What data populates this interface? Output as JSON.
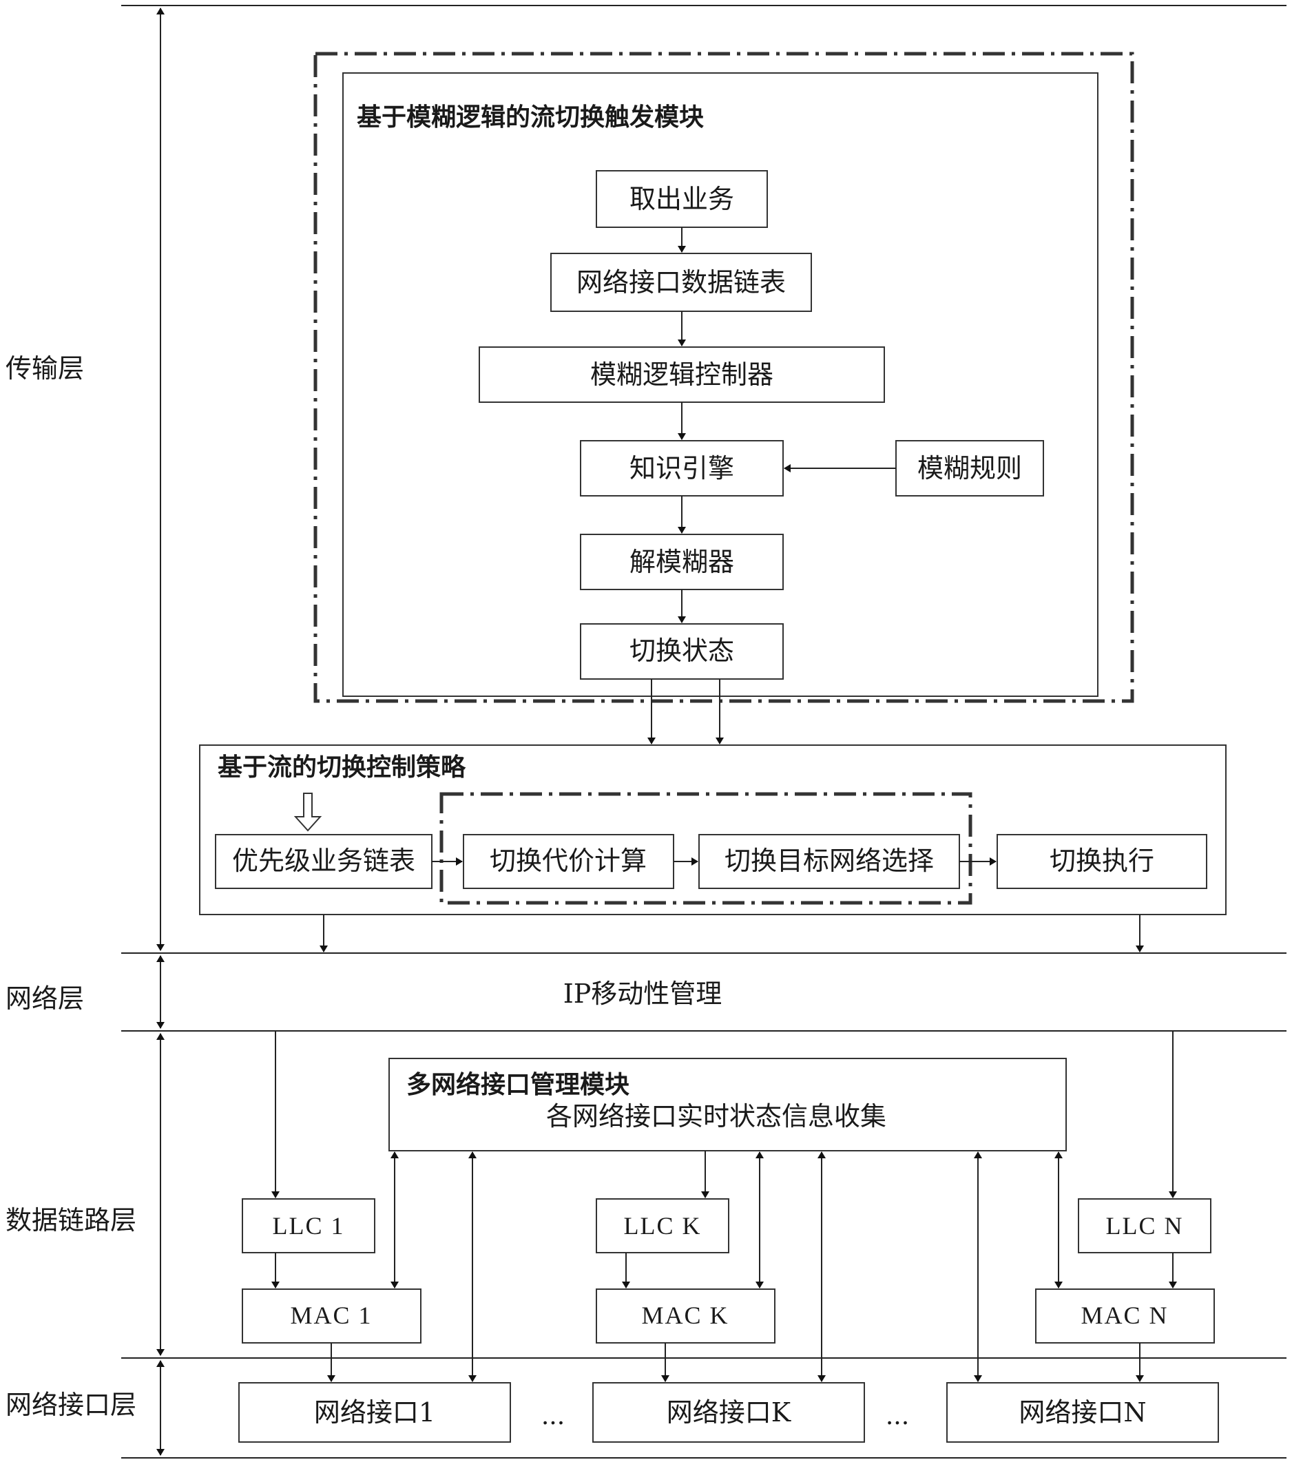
{
  "layers": {
    "transport": "传输层",
    "network": "网络层",
    "datalink": "数据链路层",
    "interface": "网络接口层"
  },
  "fuzzy_module": {
    "title": "基于模糊逻辑的流切换触发模块",
    "take_service": "取出业务",
    "interface_list": "网络接口数据链表",
    "fuzzy_controller": "模糊逻辑控制器",
    "knowledge_engine": "知识引擎",
    "fuzzy_rules": "模糊规则",
    "defuzzifier": "解模糊器",
    "switch_state": "切换状态"
  },
  "flow_strategy": {
    "title": "基于流的切换控制策略",
    "priority_list": "优先级业务链表",
    "cost_calc": "切换代价计算",
    "target_select": "切换目标网络选择",
    "execute": "切换执行"
  },
  "network_layer": {
    "ip_mobility": "IP移动性管理"
  },
  "multi_if_module": {
    "title": "多网络接口管理模块",
    "subtitle": "各网络接口实时状态信息收集"
  },
  "llc": [
    "LLC 1",
    "LLC K",
    "LLC N"
  ],
  "mac": [
    "MAC 1",
    "MAC K",
    "MAC N"
  ],
  "interfaces": [
    "网络接口1",
    "网络接口K",
    "网络接口N"
  ],
  "ellipsis": [
    "...",
    "..."
  ]
}
